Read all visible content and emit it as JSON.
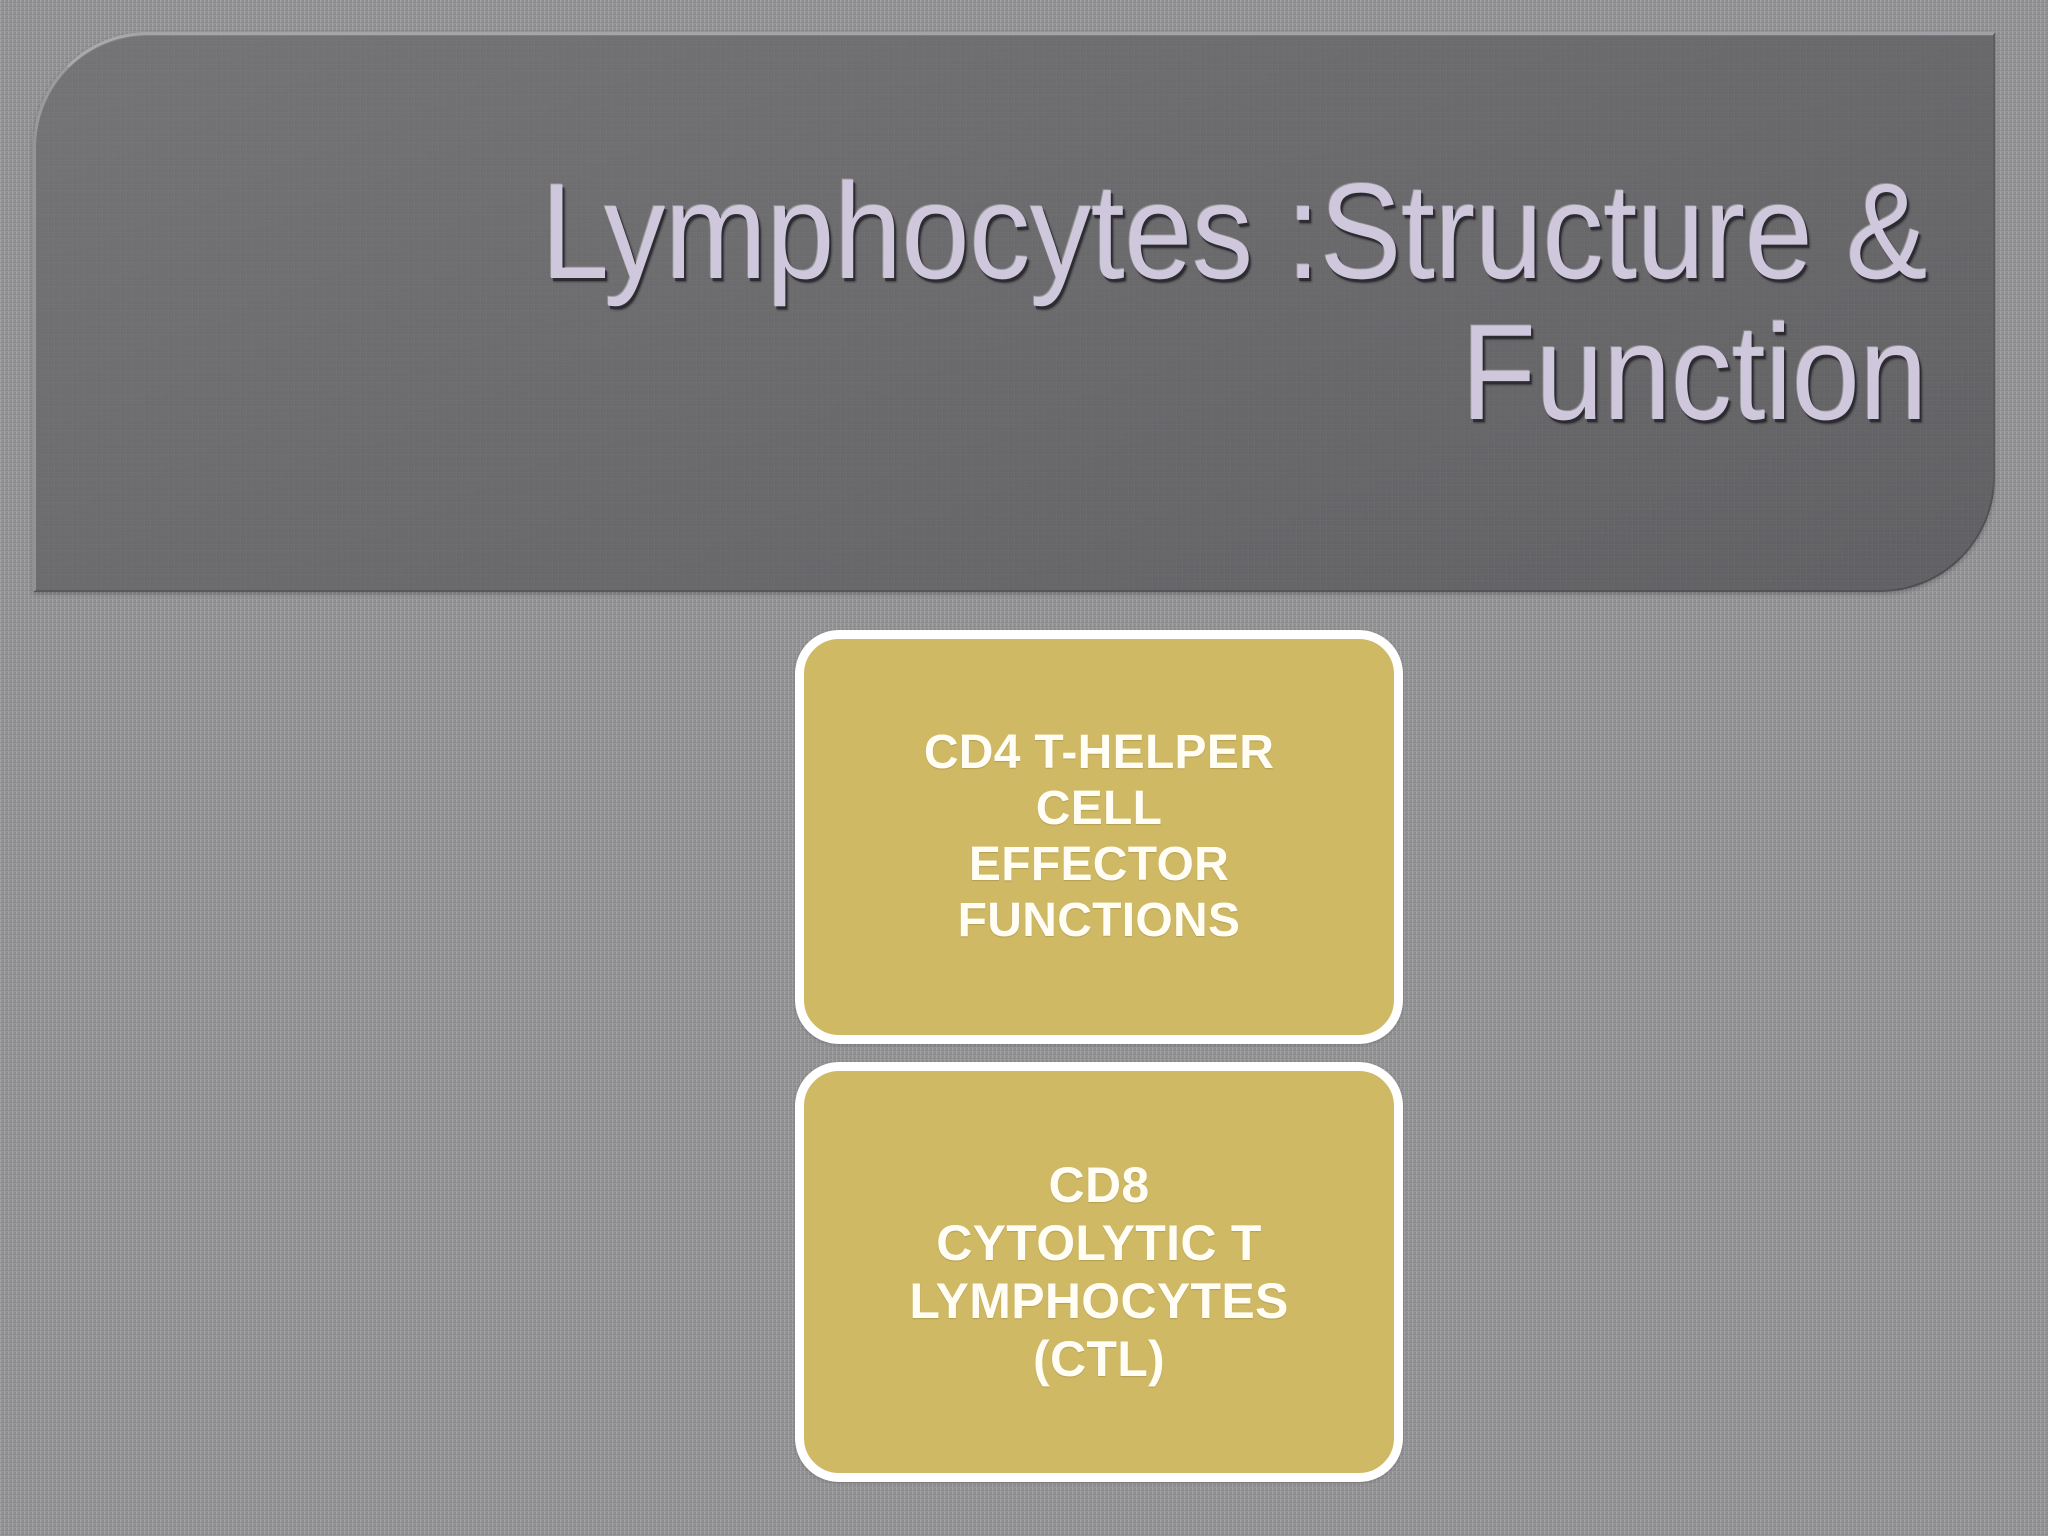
{
  "slide": {
    "background_color": "#8e8e90",
    "title_card_color": "#6a6a6c",
    "accent_color": "#cfb965",
    "title_text_color": "#cfc8dc",
    "callout_text_color": "#fffdf4",
    "callout_border_color": "#ffffff"
  },
  "title": {
    "text": "Lymphocytes :Structure &\nFunction",
    "line1": "Lymphocytes :Structure &",
    "line2": "Function"
  },
  "callouts": [
    {
      "id": "cd4",
      "text": "CD4 T-HELPER\nCELL\nEFFECTOR\nFUNCTIONS",
      "lines": [
        "CD4 T-HELPER",
        "CELL",
        "EFFECTOR",
        "FUNCTIONS"
      ]
    },
    {
      "id": "cd8",
      "text": "CD8\nCYTOLYTIC T\nLYMPHOCYTES\n(CTL)",
      "lines": [
        "CD8",
        "CYTOLYTIC T",
        "LYMPHOCYTES",
        "(CTL)"
      ]
    }
  ]
}
